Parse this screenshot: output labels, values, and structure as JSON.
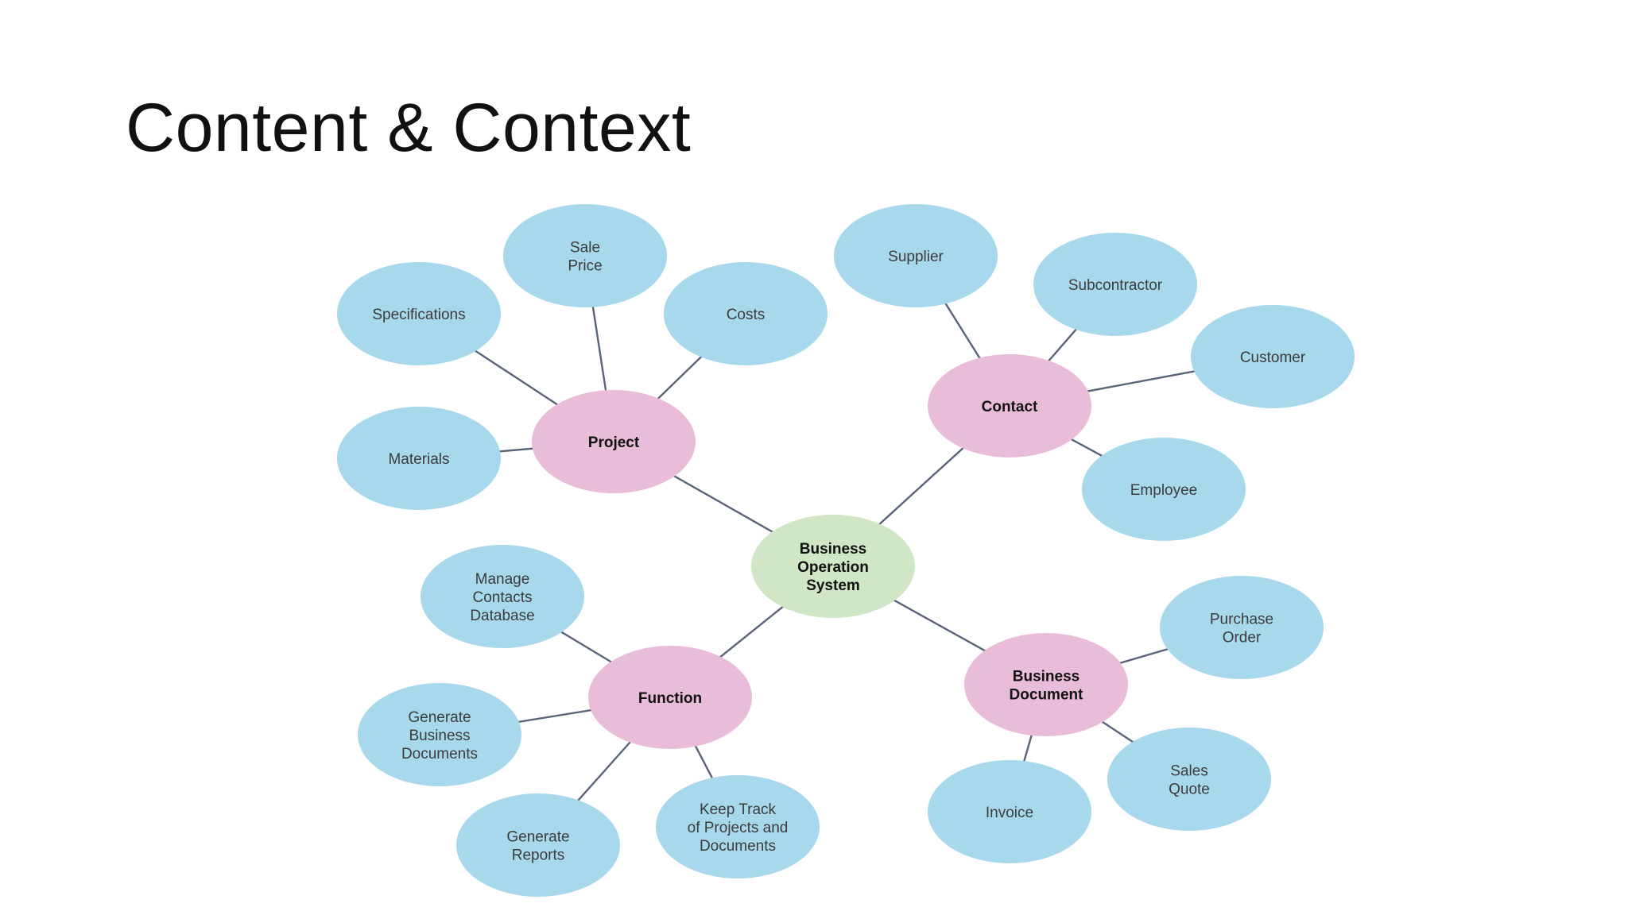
{
  "title": "Content & Context",
  "colors": {
    "leaf_fill": "#a8d8ec",
    "category_fill": "#e9bcd9",
    "center_fill": "#cfe7c6",
    "edge": "#5a6478",
    "title": "#111111"
  },
  "diagram": {
    "center": {
      "id": "business-operation-system",
      "label": [
        "Business",
        "Operation",
        "System"
      ]
    },
    "categories": [
      {
        "id": "project",
        "label": [
          "Project"
        ],
        "children": [
          {
            "id": "sale-price",
            "label": [
              "Sale",
              "Price"
            ]
          },
          {
            "id": "specifications",
            "label": [
              "Specifications"
            ]
          },
          {
            "id": "costs",
            "label": [
              "Costs"
            ]
          },
          {
            "id": "materials",
            "label": [
              "Materials"
            ]
          }
        ]
      },
      {
        "id": "contact",
        "label": [
          "Contact"
        ],
        "children": [
          {
            "id": "supplier",
            "label": [
              "Supplier"
            ]
          },
          {
            "id": "subcontractor",
            "label": [
              "Subcontractor"
            ]
          },
          {
            "id": "customer",
            "label": [
              "Customer"
            ]
          },
          {
            "id": "employee",
            "label": [
              "Employee"
            ]
          }
        ]
      },
      {
        "id": "function",
        "label": [
          "Function"
        ],
        "children": [
          {
            "id": "manage-contacts-database",
            "label": [
              "Manage",
              "Contacts",
              "Database"
            ]
          },
          {
            "id": "generate-business-documents",
            "label": [
              "Generate",
              "Business",
              "Documents"
            ]
          },
          {
            "id": "generate-reports",
            "label": [
              "Generate",
              "Reports"
            ]
          },
          {
            "id": "keep-track",
            "label": [
              "Keep Track",
              "of Projects and",
              "Documents"
            ]
          }
        ]
      },
      {
        "id": "business-document",
        "label": [
          "Business",
          "Document"
        ],
        "children": [
          {
            "id": "purchase-order",
            "label": [
              "Purchase",
              "Order"
            ]
          },
          {
            "id": "sales-quote",
            "label": [
              "Sales",
              "Quote"
            ]
          },
          {
            "id": "invoice",
            "label": [
              "Invoice"
            ]
          }
        ]
      }
    ]
  }
}
